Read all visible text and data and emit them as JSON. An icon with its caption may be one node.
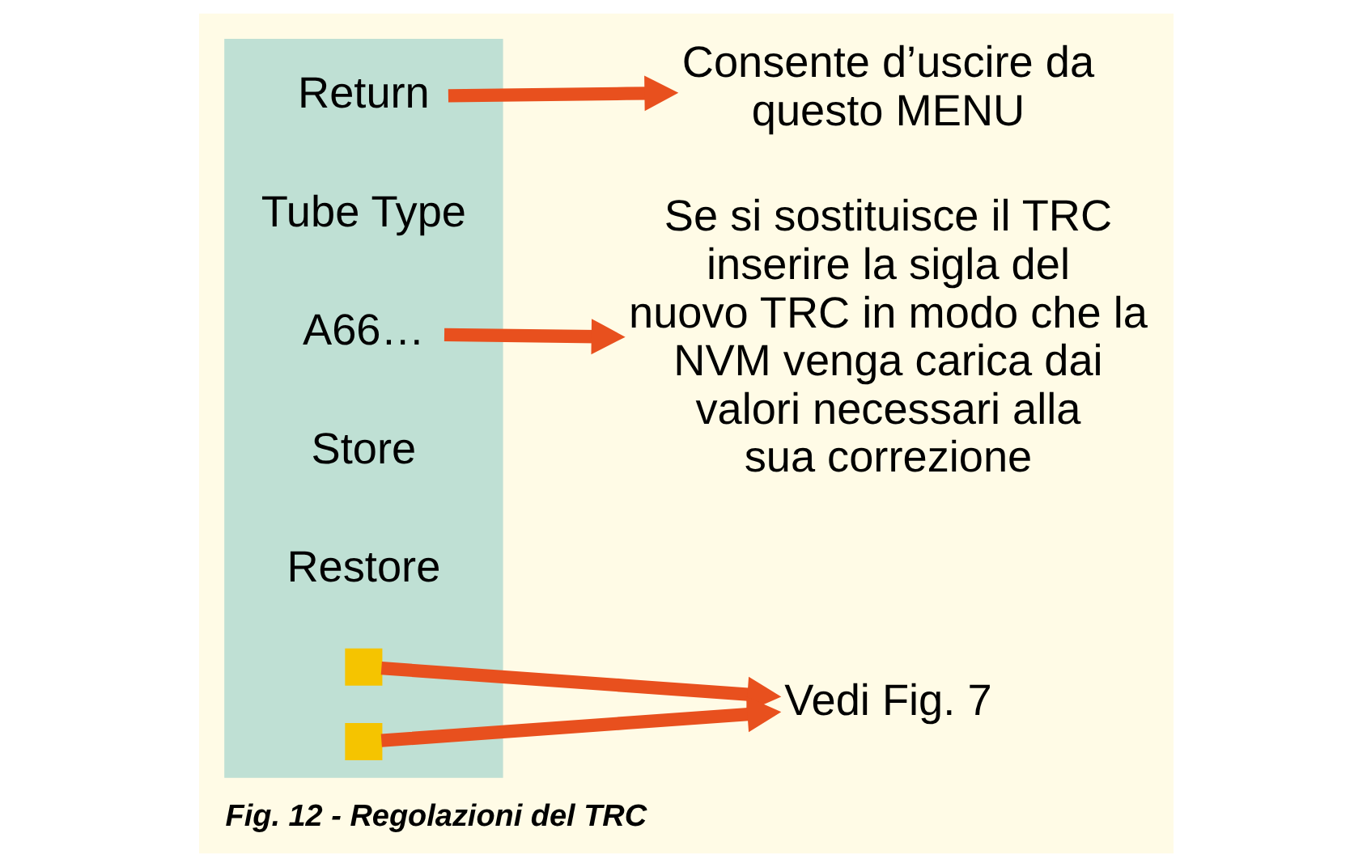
{
  "diagram": {
    "caption": "Fig. 12 - Regolazioni del TRC",
    "nodes": [
      {
        "text": [],
        "shape": "box"
      },
      {
        "text": [
          "Return"
        ],
        "in": 0
      },
      {
        "text": [
          "Tube Type"
        ],
        "in": 0
      },
      {
        "text": [
          "A66…"
        ],
        "in": 0
      },
      {
        "text": [
          "Store"
        ],
        "in": 0
      },
      {
        "text": [
          "Restore"
        ],
        "in": 0
      },
      {
        "text": [],
        "shape": "box",
        "in": 0
      },
      {
        "text": [],
        "shape": "box",
        "in": 0
      },
      {
        "text": [
          "Consente d’uscire da questo MENU"
        ]
      },
      {
        "text": [
          "Se si sostituisce il TRC inserire la sigla del nuovo TRC in modo che la NVM venga carica dai valori necessari alla sua correzione"
        ]
      },
      {
        "text": [
          "Vedi Fig. 7"
        ]
      }
    ],
    "edges": [
      {
        "from": 1,
        "to": 8,
        "arrow": "to"
      },
      {
        "from": 3,
        "to": 9,
        "arrow": "to"
      },
      {
        "from": 6,
        "to": 10,
        "arrow": "to"
      },
      {
        "from": 7,
        "to": 10,
        "arrow": "to"
      }
    ]
  }
}
